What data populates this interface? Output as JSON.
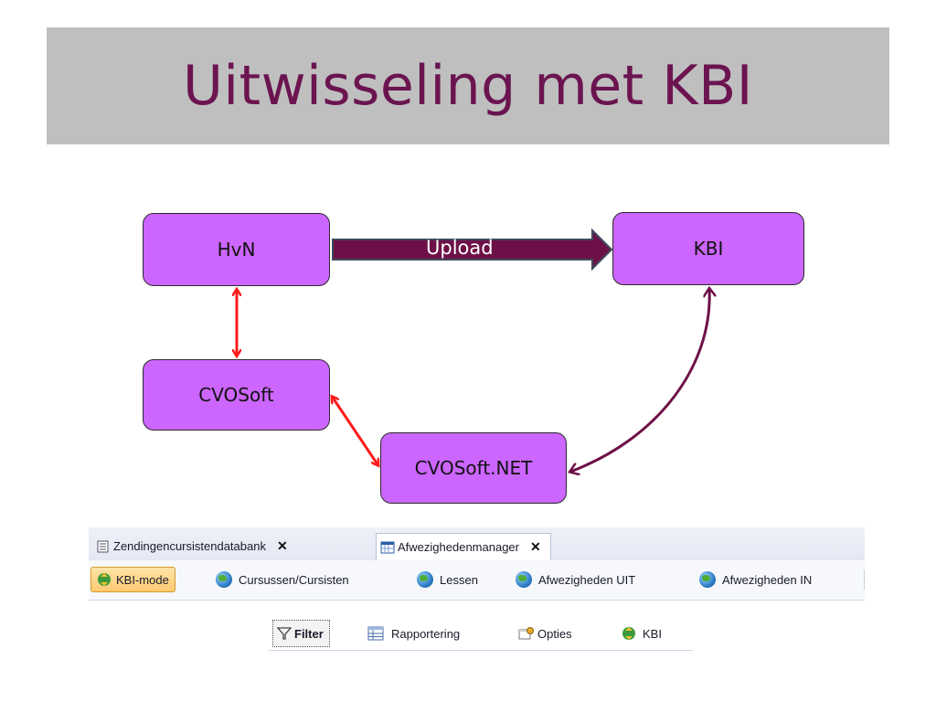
{
  "title": "Uitwisseling met KBI",
  "nodes": {
    "hvn": "HvN",
    "kbi": "KBI",
    "cvosoft": "CVOSoft",
    "cvosoft_net": "CVOSoft.NET"
  },
  "edges": {
    "upload_label": "Upload"
  },
  "colors": {
    "title_text": "#6b1450",
    "title_bg": "#bfbfbf",
    "node_fill": "#cc66ff",
    "upload_arrow": "#6e1048",
    "red_arrows": "#ff1a1a",
    "curve_arrow": "#6e1048"
  },
  "screenshot": {
    "tabs": [
      {
        "label": "Zendingencursistendatabank",
        "icon": "document-icon",
        "close": "✕"
      },
      {
        "label": "Afwezighedenmanager",
        "icon": "calendar-icon",
        "close": "✕"
      }
    ],
    "toolbar": [
      {
        "label": "KBI-mode",
        "icon": "sync-icon",
        "active": true
      },
      {
        "label": "Cursussen/Cursisten",
        "icon": "globe-save-icon"
      },
      {
        "label": "Lessen",
        "icon": "globe-up-icon"
      },
      {
        "label": "Afwezigheden UIT",
        "icon": "globe-up-icon"
      },
      {
        "label": "Afwezigheden IN",
        "icon": "globe-down-icon"
      }
    ],
    "menu": [
      {
        "label": "Filter",
        "icon": "filter-icon",
        "active": true
      },
      {
        "label": "Rapportering",
        "icon": "table-icon"
      },
      {
        "label": "Opties",
        "icon": "settings-icon"
      },
      {
        "label": "KBI",
        "icon": "sync-icon"
      }
    ]
  }
}
